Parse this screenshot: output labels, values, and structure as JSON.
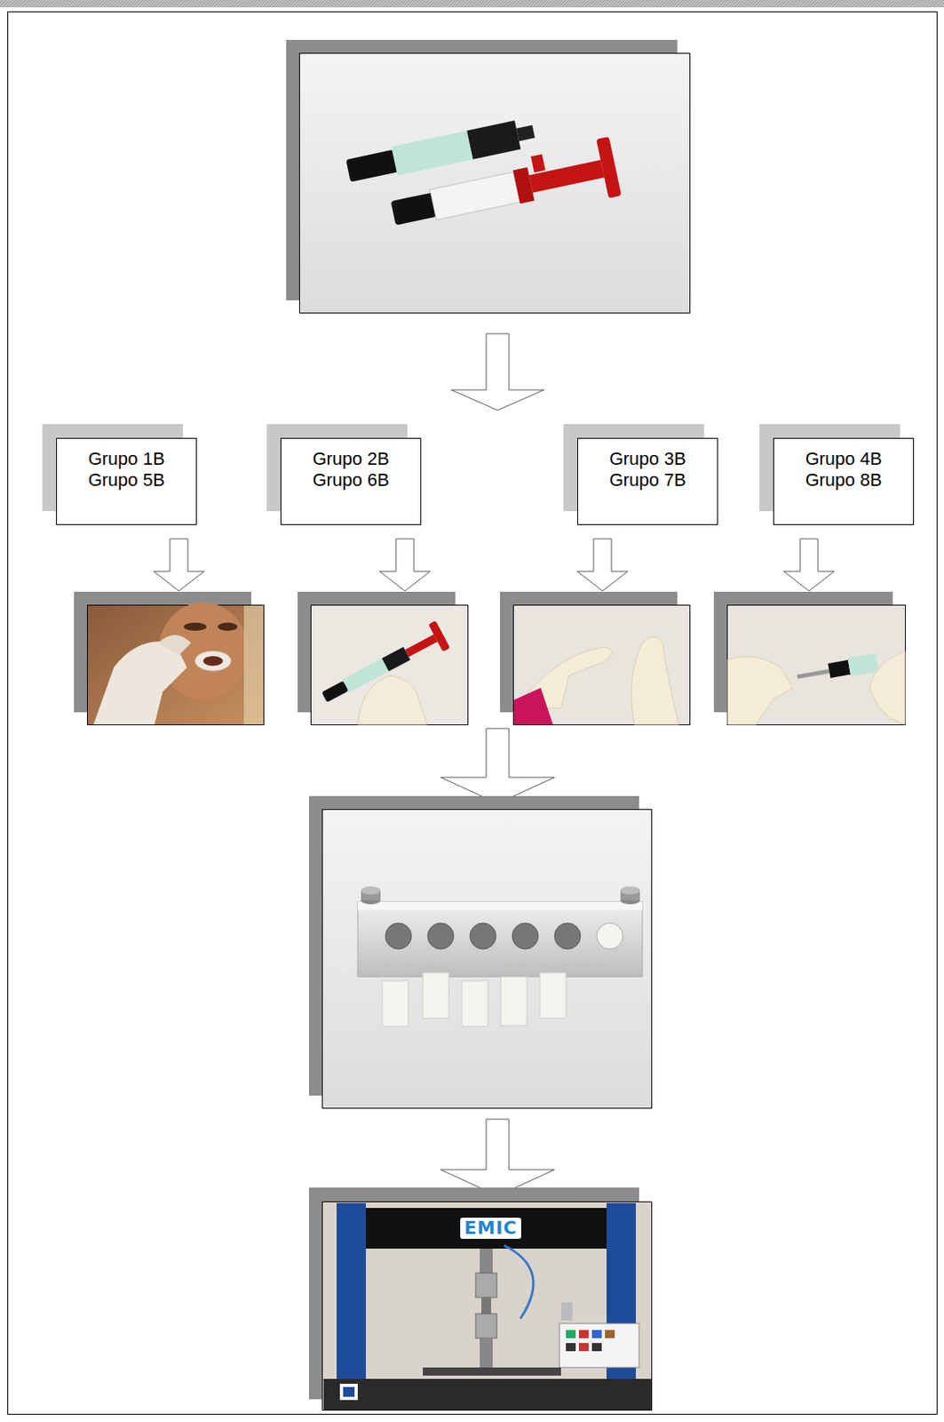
{
  "diagram": {
    "nodes": [
      {
        "text": [
          "Grupo 1B",
          "Grupo 5B"
        ]
      },
      {
        "text": [
          "Grupo 2B",
          "Grupo 6B"
        ]
      },
      {
        "text": [
          "Grupo 3B",
          "Grupo 7B"
        ]
      },
      {
        "text": [
          "Grupo 4B",
          "Grupo 8B"
        ]
      }
    ],
    "labels": [
      "EMIC"
    ]
  }
}
